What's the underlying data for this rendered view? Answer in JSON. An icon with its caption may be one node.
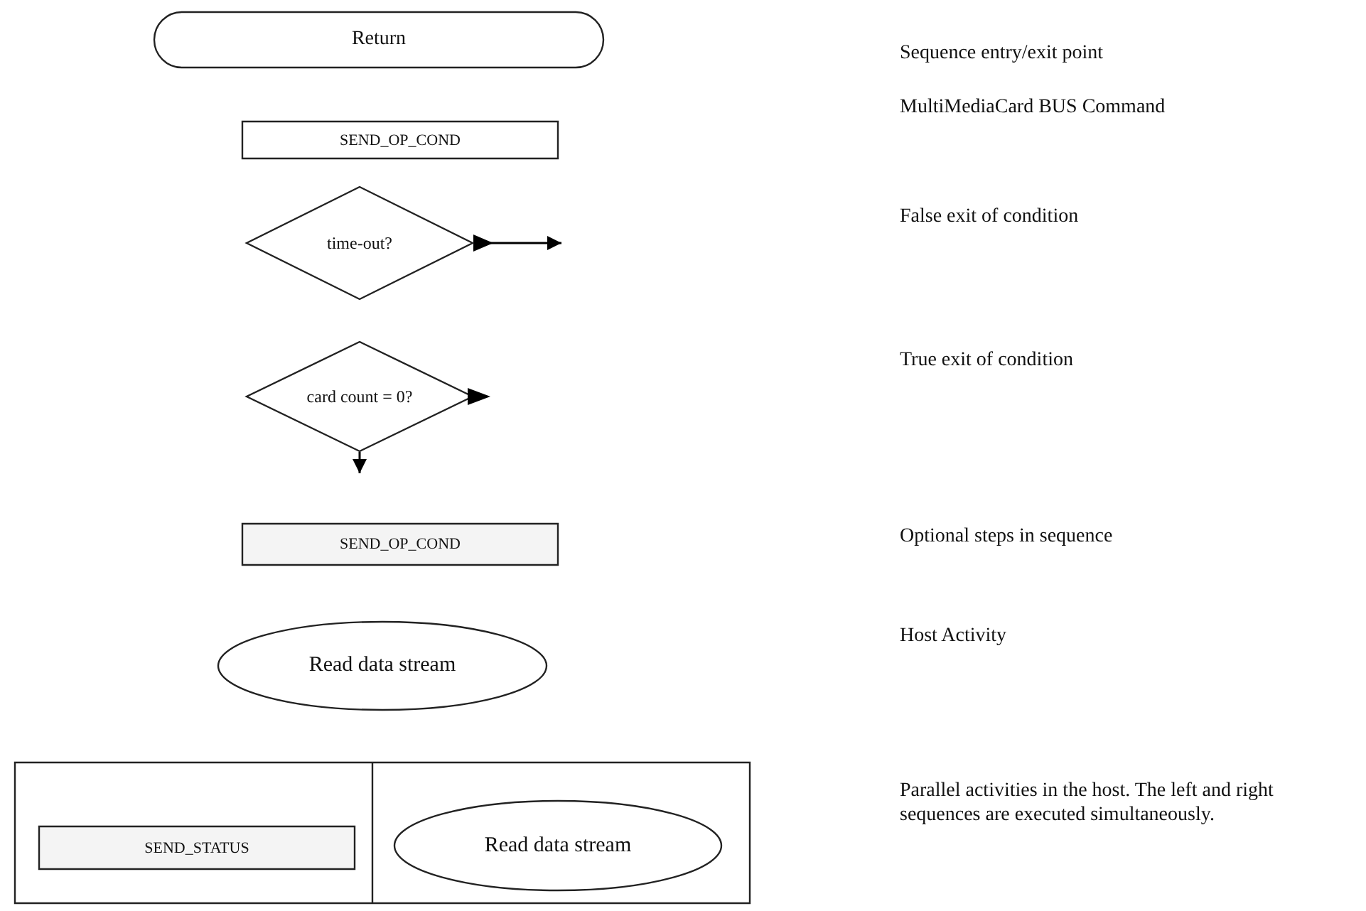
{
  "diagram": {
    "nodes": [
      {
        "text": [
          "Return"
        ]
      },
      {
        "text": [
          "SEND_OP_COND"
        ]
      },
      {
        "text": [
          "time-out?"
        ]
      },
      {
        "text": [
          "card count = 0?"
        ]
      },
      {
        "text": [
          "SEND_OP_COND"
        ]
      },
      {
        "text": [
          "Read data stream"
        ]
      },
      {
        "text": [],
        "shape": "box"
      },
      {
        "text": [
          "SEND_STATUS"
        ],
        "in": 6
      },
      {
        "text": [
          "Read data stream"
        ],
        "in": 6
      }
    ],
    "edges": [
      {
        "from": 2,
        "to": null,
        "arrow": "to"
      },
      {
        "from": 3,
        "to": null,
        "arrow": "to"
      }
    ],
    "labels": [
      "Sequence entry/exit point",
      "MultiMediaCard BUS Command",
      "False exit of condition",
      "True exit of condition",
      "Optional steps in sequence",
      "Host Activity",
      "Parallel activities in the host. The left and right sequences are executed simultaneously."
    ]
  }
}
